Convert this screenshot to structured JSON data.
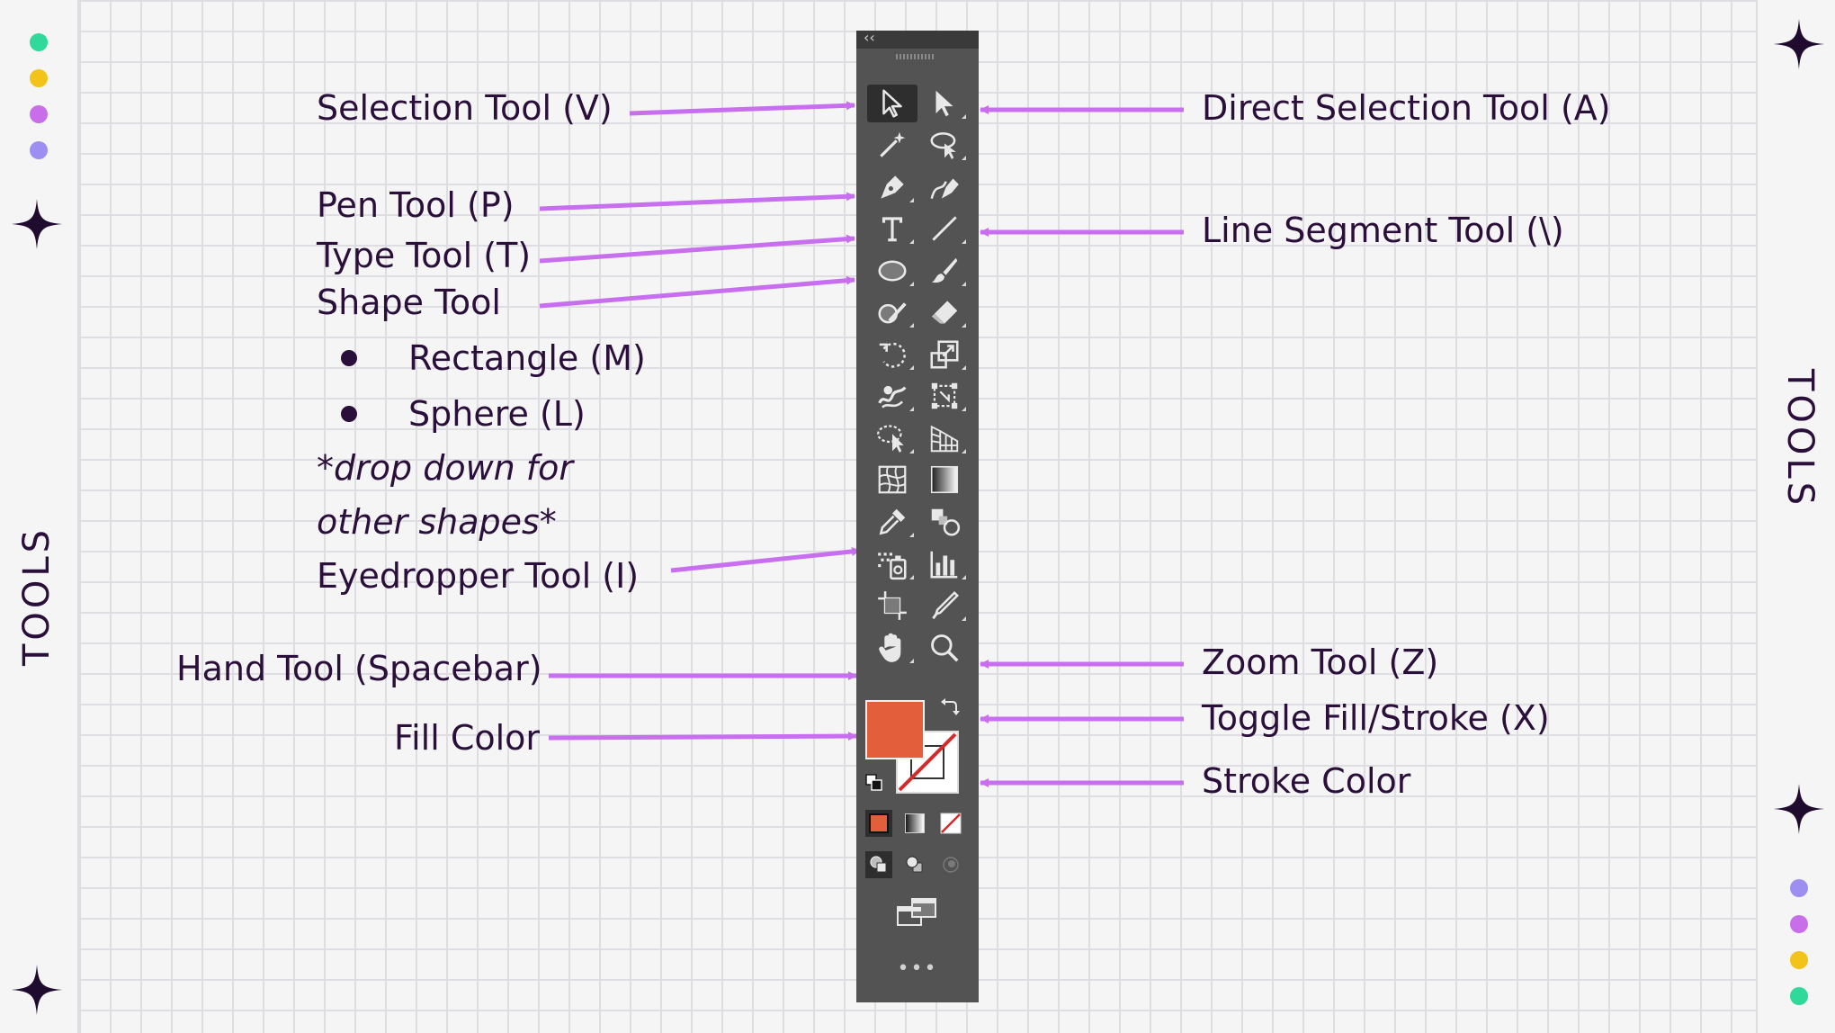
{
  "side_labels": {
    "left": "TOOLS",
    "right": "TOOLS"
  },
  "colors": {
    "arrow": "#c86ff0",
    "text": "#2a0f3a",
    "fill": "#e35e3a",
    "dots": [
      "#2fd99a",
      "#f2c318",
      "#c76ee8",
      "#9d8ff2"
    ]
  },
  "labels": {
    "selection": "Selection Tool (V)",
    "pen": "Pen Tool (P)",
    "type": "Type Tool (T)",
    "shape": "Shape Tool",
    "rectangle": "Rectangle (M)",
    "sphere": "Sphere (L)",
    "note_line1": "*drop down for",
    "note_line2": "other shapes*",
    "eyedropper": "Eyedropper Tool (I)",
    "hand": "Hand Tool (Spacebar)",
    "fill_color": "Fill Color",
    "direct_selection": "Direct Selection Tool (A)",
    "line_segment": "Line Segment Tool (\\)",
    "zoom": "Zoom Tool (Z)",
    "toggle": "Toggle Fill/Stroke (X)",
    "stroke_color": "Stroke Color"
  },
  "panel": {
    "collapse_glyph": "‹‹",
    "more_glyph": "•••",
    "tools": [
      [
        "selection-tool-icon",
        "direct-selection-tool-icon"
      ],
      [
        "magic-wand-tool-icon",
        "lasso-tool-icon"
      ],
      [
        "pen-tool-icon",
        "curvature-tool-icon"
      ],
      [
        "type-tool-icon",
        "line-segment-tool-icon"
      ],
      [
        "ellipse-tool-icon",
        "paintbrush-tool-icon"
      ],
      [
        "shaper-tool-icon",
        "eraser-tool-icon"
      ],
      [
        "rotate-tool-icon",
        "scale-tool-icon"
      ],
      [
        "warp-tool-icon",
        "free-transform-tool-icon"
      ],
      [
        "shape-builder-tool-icon",
        "perspective-grid-tool-icon"
      ],
      [
        "mesh-tool-icon",
        "gradient-tool-icon"
      ],
      [
        "eyedropper-tool-icon",
        "blend-tool-icon"
      ],
      [
        "symbol-sprayer-tool-icon",
        "graph-tool-icon"
      ],
      [
        "artboard-tool-icon",
        "slice-tool-icon"
      ],
      [
        "hand-tool-icon",
        "zoom-tool-icon"
      ]
    ]
  }
}
